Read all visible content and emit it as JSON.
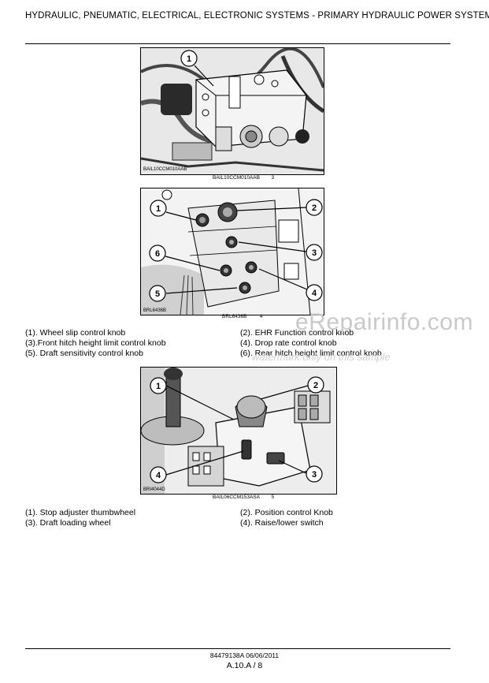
{
  "header": {
    "title": "HYDRAULIC, PNEUMATIC, ELECTRICAL, ELECTRONIC SYSTEMS - PRIMARY HYDRAULIC POWER SYSTEM"
  },
  "figures": [
    {
      "code": "BAIL10CCM010AAB",
      "number": "3",
      "inner_label": "BAIL10CCM010AAB",
      "callouts": [
        "1"
      ]
    },
    {
      "code": "BRL6436B",
      "number": "4",
      "inner_label": "BRL6436B",
      "callouts": [
        "1",
        "2",
        "3",
        "4",
        "5",
        "6"
      ]
    },
    {
      "code": "BAIL06CCM153ASA",
      "number": "5",
      "inner_label": "BRI4044D",
      "callouts": [
        "1",
        "2",
        "3",
        "4"
      ]
    }
  ],
  "legend_fig4": [
    "(1).  Wheel slip control knob",
    "(2).  EHR Function control knob",
    "(3).Front hitch height limit control knob",
    "(4).  Drop rate control knob",
    "(5).  Draft sensitivity control knob",
    "(6).  Rear hitch height limit control knob"
  ],
  "legend_fig5": [
    "(1).  Stop adjuster thumbwheel",
    "(2).  Position control Knob",
    "(3).  Draft loading wheel",
    "(4).  Raise/lower switch"
  ],
  "watermark": {
    "site": "eRepairinfo.com",
    "note": "watermark only on this sample"
  },
  "footer": {
    "doc_code": "84479138A 06/06/2011",
    "page": "A.10.A / 8"
  }
}
